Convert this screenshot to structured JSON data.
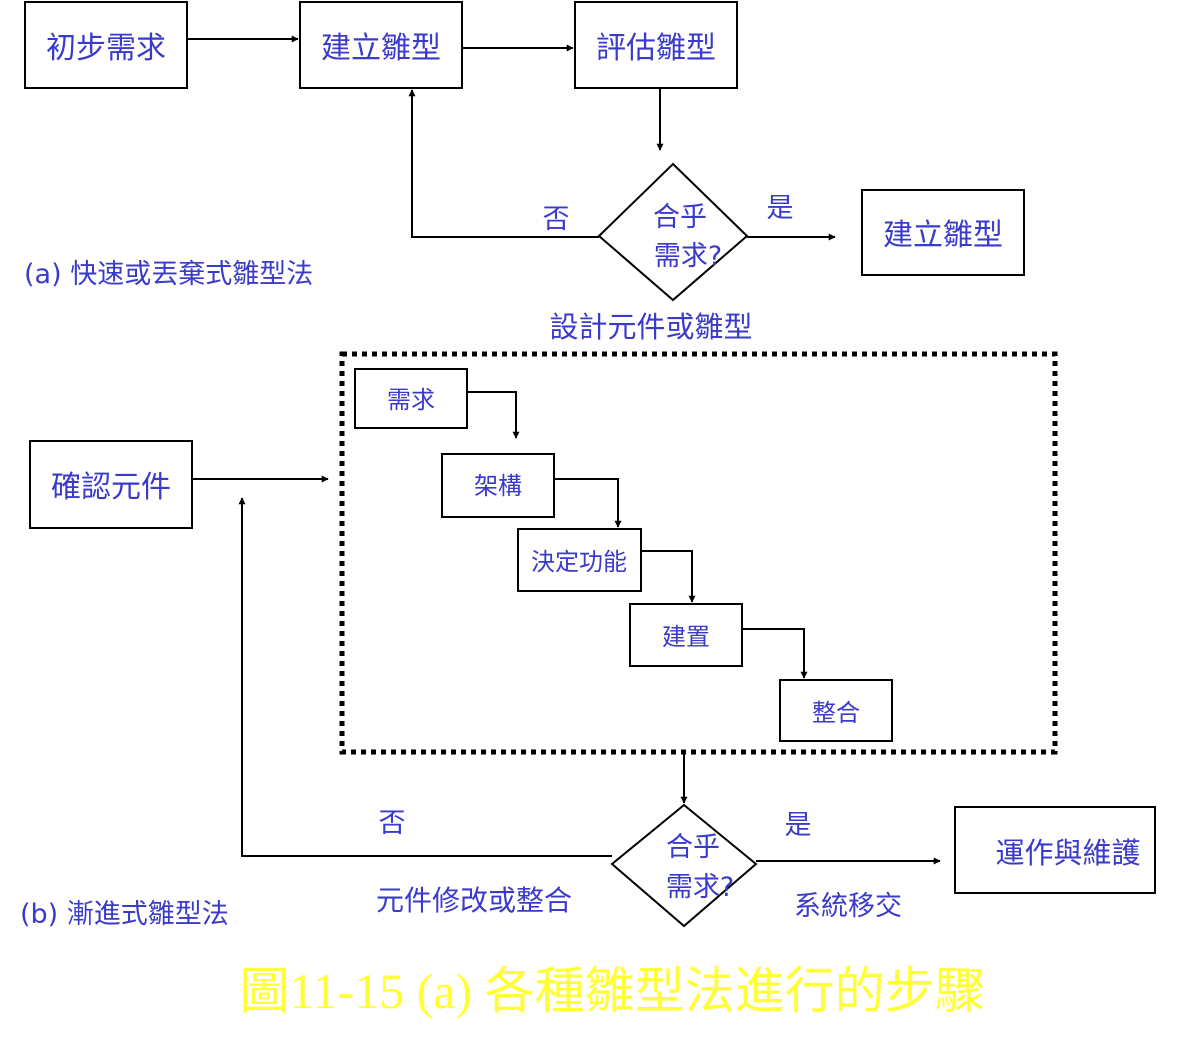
{
  "colors": {
    "label_text": "#3a3acb",
    "title_text": "#ffff33",
    "line": "#000000"
  },
  "part_a": {
    "initial_requirements": "初步需求",
    "build_prototype": "建立雛型",
    "evaluate_prototype": "評估雛型",
    "decision_line1": "合乎",
    "decision_line2": "需求?",
    "no": "否",
    "yes": "是",
    "result_build_prototype": "建立雛型",
    "caption": "(a) 快速或丟棄式雛型法",
    "design_components": "設計元件或雛型"
  },
  "part_b": {
    "confirm_components": "確認元件",
    "steps": [
      "需求",
      "架構",
      "決定功能",
      "建置",
      "整合"
    ],
    "decision_line1": "合乎",
    "decision_line2": "需求?",
    "no": "否",
    "yes": "是",
    "operation_maintenance": "運作與維護",
    "caption": "(b) 漸進式雛型法",
    "modify_or_integrate": "元件修改或整合",
    "system_handover": "系統移交"
  },
  "figure_title": "圖11-15 (a) 各種雛型法進行的步驟"
}
